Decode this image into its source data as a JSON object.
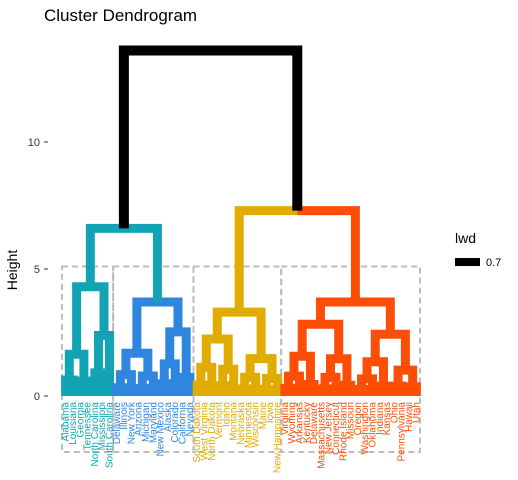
{
  "chart_data": {
    "type": "dendrogram",
    "title": "Cluster Dendrogram",
    "xlabel": "",
    "ylabel": "Height",
    "ylim": [
      0,
      14
    ],
    "y_ticks": [
      0,
      5,
      10
    ],
    "grid": false,
    "root_height": 13.6,
    "leaves": [
      "Alabama",
      "Louisiana",
      "Georgia",
      "Tennessee",
      "North Carolina",
      "Mississippi",
      "South Carolina",
      "Delaware",
      "Illinois",
      "New York",
      "Arizona",
      "Michigan",
      "Maryland",
      "New Mexico",
      "Alaska",
      "Colorado",
      "California",
      "Nevada",
      "South Dakota",
      "West Virginia",
      "North Dakota",
      "Vermont",
      "Idaho",
      "Montana",
      "Nebraska",
      "Minnesota",
      "Wisconsin",
      "Maine",
      "Iowa",
      "New Hampshire",
      "Virginia",
      "Wyoming",
      "Arkansas",
      "Kentucky",
      "Delaware",
      "Massachusetts",
      "New Jersey",
      "Connecticut",
      "Rhode Island",
      "Missouri",
      "Oregon",
      "Washington",
      "Oklahoma",
      "Indiana",
      "Kansas",
      "Ohio",
      "Pennsylvania",
      "Hawaii",
      "Utah"
    ],
    "clusters": [
      {
        "color": "#12A4B4",
        "size": 7,
        "height": 6.6,
        "sub_heights": [
          2.9,
          4.2
        ]
      },
      {
        "color": "#2E86DE",
        "size": 11,
        "height": 6.6,
        "sub_heights": [
          2.4,
          3.6
        ]
      },
      {
        "color": "#E0AC00",
        "size": 12,
        "height": 7.3,
        "sub_heights": [
          3.2,
          2.1
        ]
      },
      {
        "color": "#FC4E07",
        "size": 19,
        "height": 7.3,
        "sub_heights": [
          3.6,
          3.1
        ]
      }
    ],
    "merges": [
      {
        "left": 0,
        "right": 1,
        "height": 6.6,
        "color": "#12A4B4"
      },
      {
        "left": 2,
        "right": 3,
        "height": 7.3,
        "color": "#E0AC00"
      },
      {
        "left": "A",
        "right": "B",
        "height": 13.6,
        "color": "#000000"
      }
    ],
    "rect_border_color": "#BDBDBD",
    "legend": {
      "title": "lwd",
      "position": "right",
      "items": [
        {
          "label": "0.7",
          "color": "#000000"
        }
      ]
    }
  }
}
